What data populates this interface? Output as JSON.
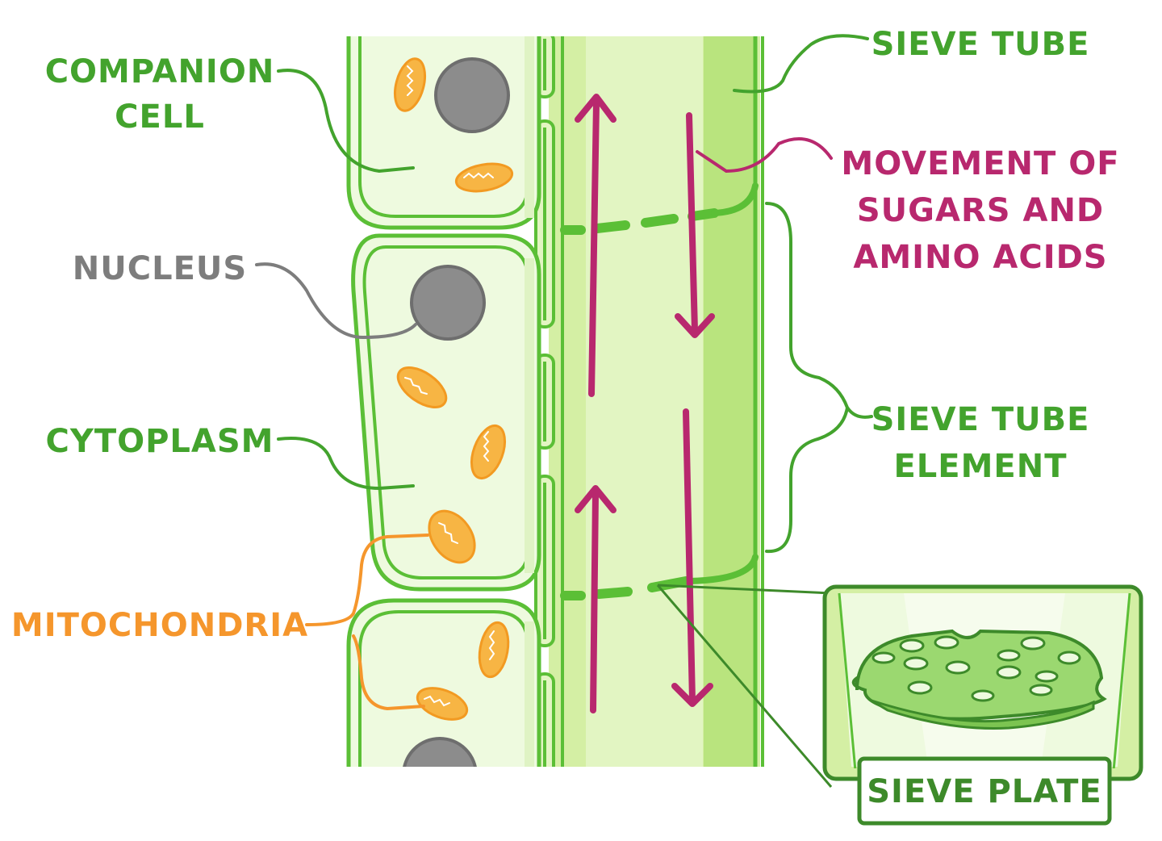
{
  "labels": {
    "companion_cell_line1": "COMPANION",
    "companion_cell_line2": "CELL",
    "nucleus": "NUCLEUS",
    "cytoplasm": "CYTOPLASM",
    "mitochondria": "MITOCHONDRIA",
    "sieve_tube": "SIEVE TUBE",
    "movement_line1": "MOVEMENT OF",
    "movement_line2": "SUGARS AND",
    "movement_line3": "AMINO ACIDS",
    "sieve_tube_element_line1": "SIEVE TUBE",
    "sieve_tube_element_line2": "ELEMENT",
    "sieve_plate": "SIEVE PLATE"
  },
  "colors": {
    "cell_wall": "#5bbf36",
    "cell_fill": "#eefadf",
    "tube_fill": "#d4efa4",
    "tube_fill_dark": "#b9e47e",
    "nucleus": "#8c8c8c",
    "mitochondria": "#f7b544",
    "flow_arrow": "#b8286e",
    "label_green": "#43a32d",
    "label_gray": "#7d7d7d",
    "label_orange": "#f5962c"
  }
}
